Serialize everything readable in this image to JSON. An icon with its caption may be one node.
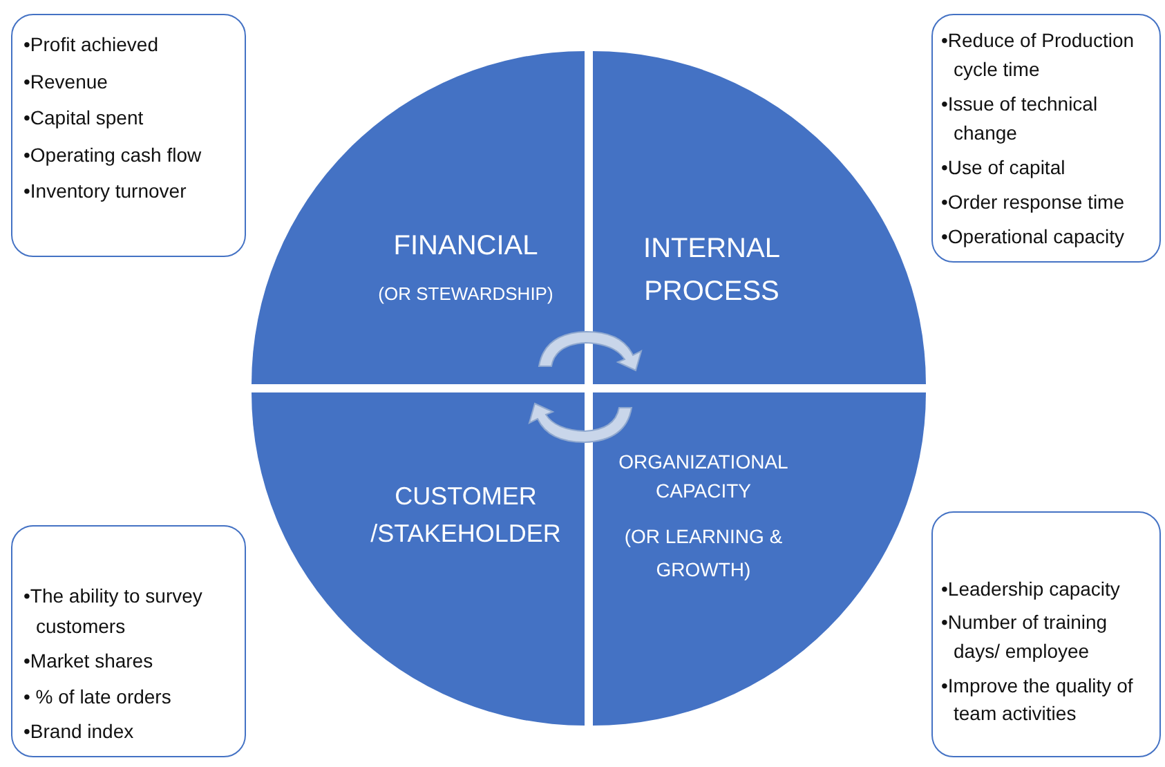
{
  "diagram": {
    "nodes": [
      {
        "text": [
          "•Profit achieved",
          "•Revenue",
          "•Capital spent",
          "•Operating cash flow",
          "•Inventory turnover"
        ]
      },
      {
        "text": [
          "FINANCIAL",
          "(OR STEWARDSHIP)"
        ]
      },
      {
        "text": [
          "INTERNAL PROCESS"
        ]
      },
      {
        "text": [
          "•Reduce of Production cycle time",
          "•Issue of technical change",
          "•Use of capital",
          "•Order response time",
          "•Operational capacity"
        ]
      },
      {
        "text": [
          "CUSTOMER /STAKEHOLDER"
        ]
      },
      {
        "text": [
          "ORGANIZATIONAL CAPACITY",
          "(OR LEARNING & GROWTH)"
        ]
      },
      {
        "text": [
          "•The ability to survey customers",
          "•Market shares",
          "• % of late orders",
          "•Brand index"
        ]
      },
      {
        "text": [
          "•Leadership capacity",
          "•Number of training days/ employee",
          "•Improve the quality of team activities"
        ]
      }
    ],
    "edges": []
  }
}
